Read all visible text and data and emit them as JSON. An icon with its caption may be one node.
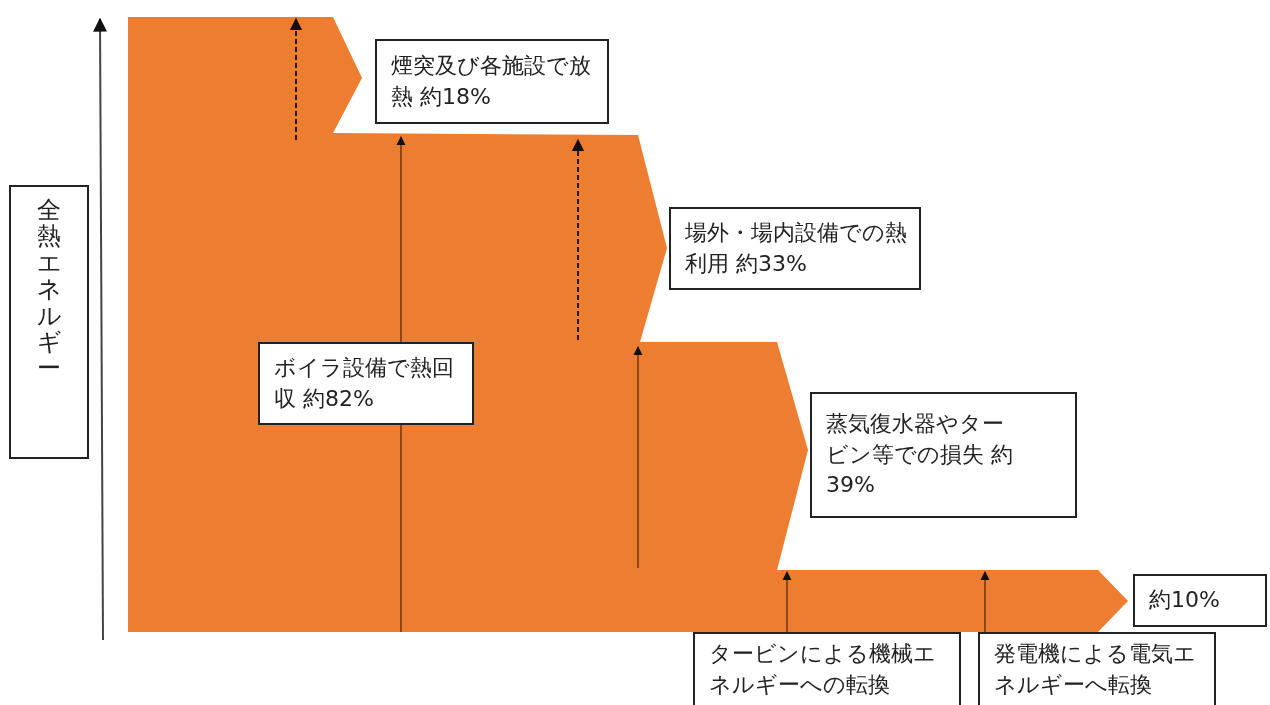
{
  "diagram": {
    "nodes": [
      {
        "text": [
          "全熱エネルギー"
        ]
      },
      {
        "text": [
          "煙突及び各施設で放熱 約18%"
        ]
      },
      {
        "text": [
          "ボイラ設備で熱回収 約82%"
        ]
      },
      {
        "text": [
          "場外・場内設備での熱利用 約33%"
        ]
      },
      {
        "text": [
          "蒸気復水器やタービン等での損失 約39%"
        ]
      },
      {
        "text": [
          "約10%"
        ]
      },
      {
        "text": [
          "タービンによる機械エネルギーへの転換"
        ]
      },
      {
        "text": [
          "発電機による電気エネルギーへ転換"
        ]
      }
    ]
  }
}
